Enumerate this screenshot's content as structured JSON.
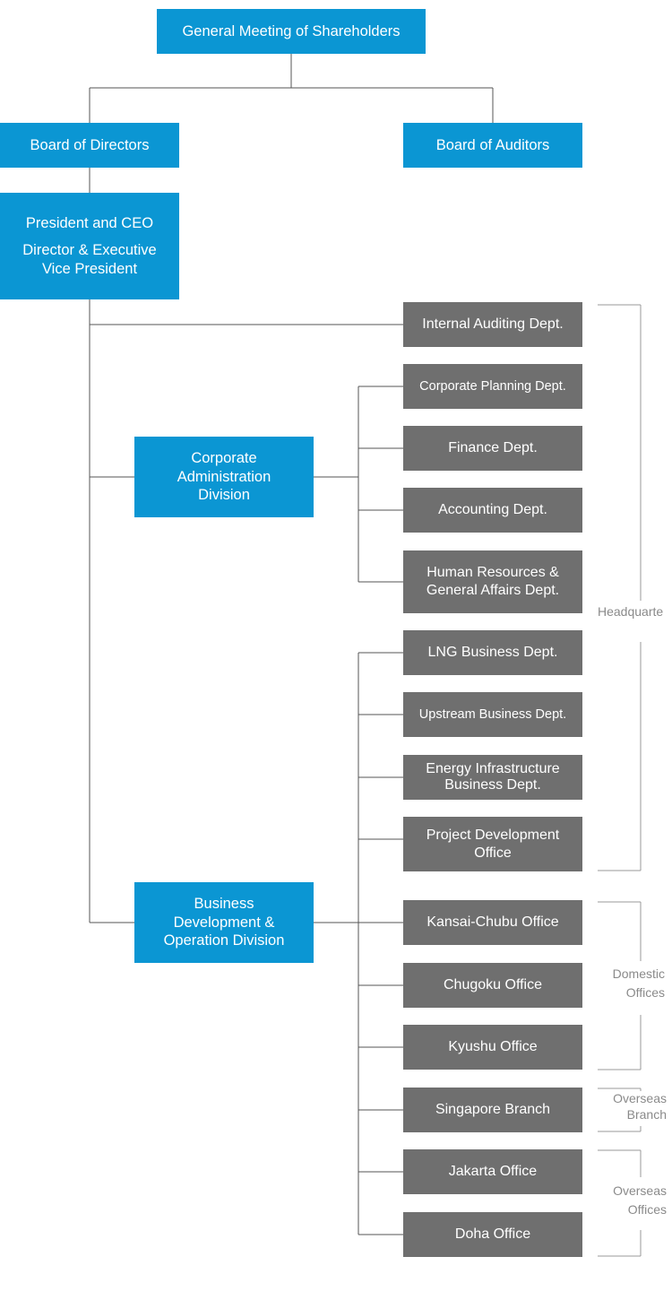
{
  "top": {
    "shareholders": "General Meeting of Shareholders",
    "board_directors": "Board of Directors",
    "board_auditors": "Board of Auditors",
    "president": "President and CEO",
    "vp": "Director & Executive Vice President"
  },
  "divisions": {
    "corporate_admin": "Corporate Administration Division",
    "business_dev": "Business Development & Operation Division"
  },
  "departments": {
    "internal_auditing": "Internal Auditing Dept.",
    "corporate_planning": "Corporate Planning Dept.",
    "finance": "Finance Dept.",
    "accounting": "Accounting Dept.",
    "human_resources": "Human Resources & General Affairs Dept.",
    "lng": "LNG Business Dept.",
    "upstream": "Upstream Business Dept.",
    "energy_infra": "Energy Infrastructure Business Dept.",
    "project_dev": "Project Development Office",
    "kansai_chubu": "Kansai-Chubu Office",
    "chugoku": "Chugoku Office",
    "kyushu": "Kyushu Office",
    "singapore": "Singapore Branch",
    "jakarta": "Jakarta Office",
    "doha": "Doha Office"
  },
  "groups": {
    "headquarters": "Headquarte",
    "domestic": "Domestic Offices",
    "overseas_branch": "Overseas Branch",
    "overseas_offices": "Overseas Offices"
  },
  "colors": {
    "executive_box": "#0b96d3",
    "department_box": "#6f6f6f",
    "connector_line": "#555555",
    "bracket_line": "#999999",
    "group_label": "#8a8a8a"
  }
}
